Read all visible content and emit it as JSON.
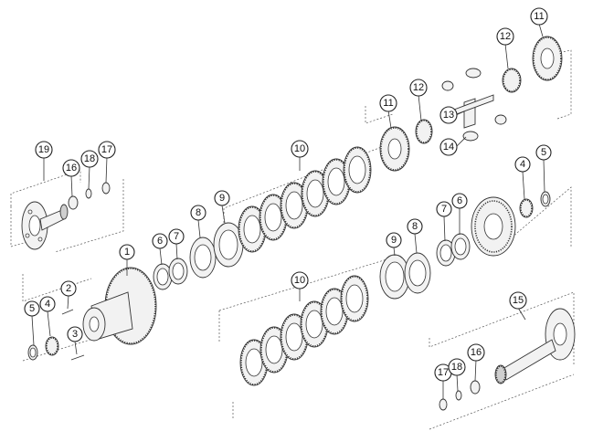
{
  "callouts": [
    {
      "id": "c1",
      "label": "1"
    },
    {
      "id": "c2",
      "label": "2"
    },
    {
      "id": "c3",
      "label": "3"
    },
    {
      "id": "c4a",
      "label": "4"
    },
    {
      "id": "c4b",
      "label": "4"
    },
    {
      "id": "c5a",
      "label": "5"
    },
    {
      "id": "c5b",
      "label": "5"
    },
    {
      "id": "c6a",
      "label": "6"
    },
    {
      "id": "c6b",
      "label": "6"
    },
    {
      "id": "c7a",
      "label": "7"
    },
    {
      "id": "c7b",
      "label": "7"
    },
    {
      "id": "c8a",
      "label": "8"
    },
    {
      "id": "c8b",
      "label": "8"
    },
    {
      "id": "c9a",
      "label": "9"
    },
    {
      "id": "c9b",
      "label": "9"
    },
    {
      "id": "c10a",
      "label": "10"
    },
    {
      "id": "c10b",
      "label": "10"
    },
    {
      "id": "c11a",
      "label": "11"
    },
    {
      "id": "c11b",
      "label": "11"
    },
    {
      "id": "c12a",
      "label": "12"
    },
    {
      "id": "c12b",
      "label": "12"
    },
    {
      "id": "c13",
      "label": "13"
    },
    {
      "id": "c14",
      "label": "14"
    },
    {
      "id": "c15",
      "label": "15"
    },
    {
      "id": "c16a",
      "label": "16"
    },
    {
      "id": "c16b",
      "label": "16"
    },
    {
      "id": "c17a",
      "label": "17"
    },
    {
      "id": "c17b",
      "label": "17"
    },
    {
      "id": "c18a",
      "label": "18"
    },
    {
      "id": "c18b",
      "label": "18"
    },
    {
      "id": "c19",
      "label": "19"
    }
  ]
}
